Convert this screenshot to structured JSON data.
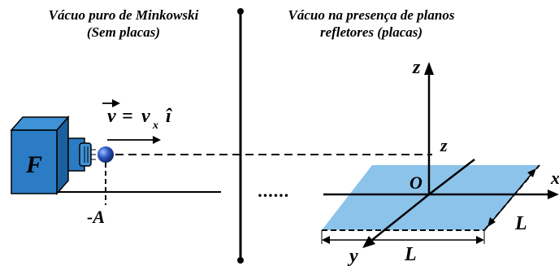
{
  "left_panel": {
    "title_line1": "Vácuo puro de Minkowski",
    "title_line2": "(Sem placas)"
  },
  "right_panel": {
    "title_line1": "Vácuo na presença de planos",
    "title_line2": "refletores (placas)"
  },
  "source": {
    "label": "F",
    "position_label": "-A"
  },
  "velocity": {
    "v": "v",
    "equals": "=",
    "vx": "v",
    "sub_x": "x",
    "unit": "î"
  },
  "ellipsis": "......",
  "axes": {
    "z": "z",
    "z_height": "z",
    "origin": "O",
    "x": "x",
    "y": "y",
    "L_side": "L",
    "L_bottom": "L"
  },
  "colors": {
    "box_front": "#2b7cc4",
    "box_top": "#3f92d6",
    "box_side": "#1c5f9e",
    "plate": "#8cc3ea",
    "particle": "#1a3f8f"
  }
}
